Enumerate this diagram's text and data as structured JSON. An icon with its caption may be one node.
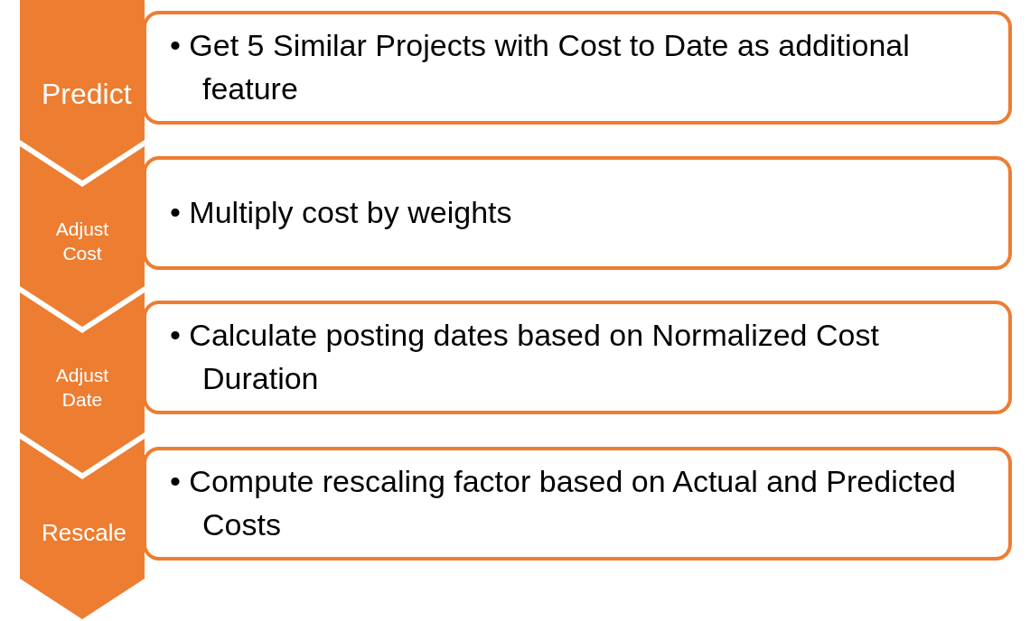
{
  "diagram": {
    "nodes": [
      {
        "text": [
          "Predict"
        ]
      },
      {
        "text": [
          "• Get 5 Similar Projects with Cost to Date as additional feature"
        ]
      },
      {
        "text": [
          "Adjust Cost"
        ]
      },
      {
        "text": [
          "• Multiply cost by weights"
        ]
      },
      {
        "text": [
          "Adjust Date"
        ]
      },
      {
        "text": [
          "• Calculate posting dates based on Normalized Cost Duration"
        ]
      },
      {
        "text": [
          "Rescale"
        ]
      },
      {
        "text": [
          "• Compute rescaling factor based on Actual and Predicted Costs"
        ]
      }
    ]
  }
}
